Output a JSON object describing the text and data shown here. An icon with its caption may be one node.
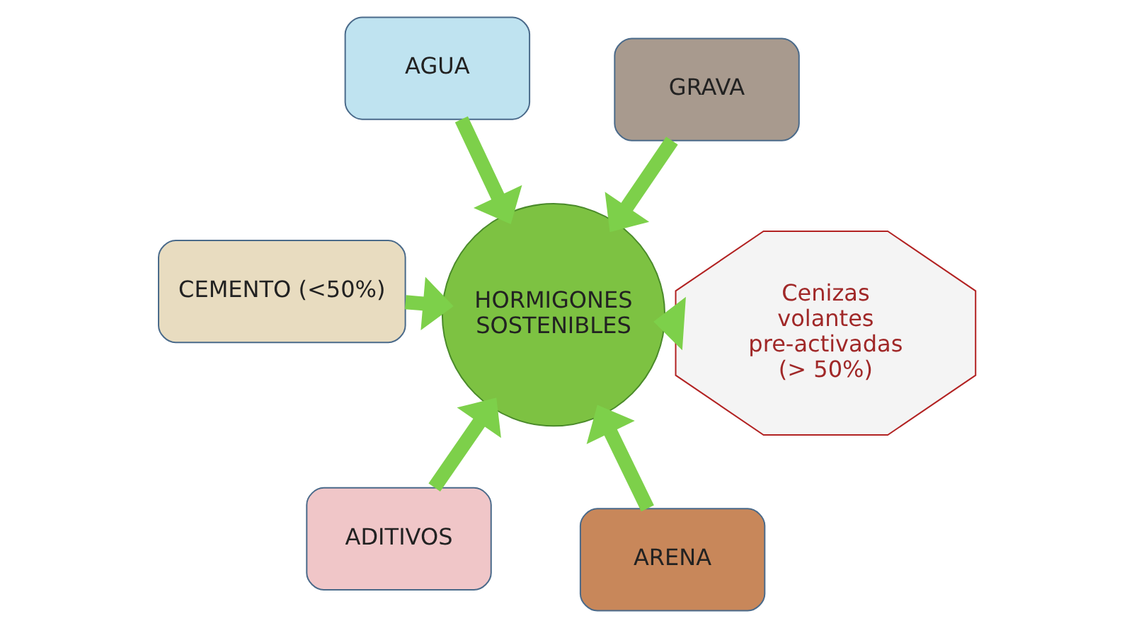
{
  "diagram": {
    "nodes": [
      {
        "text": [
          "CEMENTO (<50%)"
        ]
      },
      {
        "text": [
          "Cenizas volantes pre-activadas (> 50%)"
        ]
      },
      {
        "text": [
          "ARENA"
        ]
      },
      {
        "text": [
          "AGUA"
        ]
      },
      {
        "text": [
          "HORMIGONES SOSTENIBLES"
        ]
      },
      {
        "text": [
          "GRAVA"
        ]
      },
      {
        "text": [
          "ADITIVOS"
        ]
      }
    ],
    "edges": [
      {
        "from": 0,
        "to": 4,
        "arrow": "to"
      },
      {
        "from": 1,
        "to": 4,
        "arrow": "to"
      },
      {
        "from": 2,
        "to": 4,
        "arrow": "to"
      },
      {
        "from": 3,
        "to": 4,
        "arrow": "to"
      },
      {
        "from": 5,
        "to": 4,
        "arrow": "to"
      },
      {
        "from": 6,
        "to": 4,
        "arrow": "to"
      }
    ]
  }
}
